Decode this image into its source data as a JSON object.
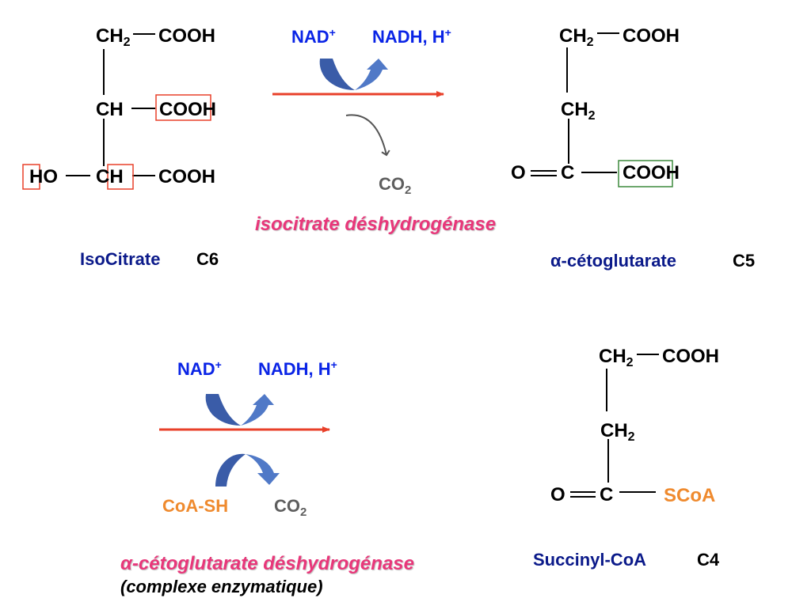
{
  "reaction1": {
    "substrate": {
      "row1": {
        "left": "CH",
        "left_sub": "2",
        "right": "COOH"
      },
      "row2": {
        "left": "CH",
        "right": "COOH"
      },
      "row3": {
        "ho": "HO",
        "center": "CH",
        "right": "COOH"
      },
      "name": "IsoCitrate",
      "carbons": "C6"
    },
    "cofactor_in": {
      "text": "NAD",
      "sup": "+"
    },
    "cofactor_out": {
      "text": "NADH, H",
      "sup": "+"
    },
    "byproduct": {
      "text": "CO",
      "sub": "2"
    },
    "enzyme": "isocitrate déshydrogénase",
    "product": {
      "row1": {
        "left": "CH",
        "left_sub": "2",
        "right": "COOH"
      },
      "row2": {
        "left": "CH",
        "left_sub": "2"
      },
      "row3": {
        "o": "O",
        "c": "C",
        "right": "COOH"
      },
      "name": "α-cétoglutarate",
      "carbons": "C5"
    }
  },
  "reaction2": {
    "cofactor_in": {
      "text": "NAD",
      "sup": "+"
    },
    "cofactor_out": {
      "text": "NADH, H",
      "sup": "+"
    },
    "coenzyme_in": "CoA-SH",
    "byproduct": {
      "text": "CO",
      "sub": "2"
    },
    "enzyme": "α-cétoglutarate déshydrogénase",
    "enzyme_note": "(complexe enzymatique)",
    "product": {
      "row1": {
        "left": "CH",
        "left_sub": "2",
        "right": "COOH"
      },
      "row2": {
        "left": "CH",
        "left_sub": "2"
      },
      "row3": {
        "o": "O",
        "c": "C",
        "right": "SCoA"
      },
      "name": "Succinyl-CoA",
      "carbons": "C4"
    }
  },
  "colors": {
    "reaction_arrow": "#e8402a",
    "highlight_red": "#e8402a",
    "highlight_green": "#3d8a3d",
    "cofactor_arrow_dark": "#3a5ca8",
    "cofactor_arrow_light": "#5079c7",
    "co2_arrow": "#555555"
  }
}
